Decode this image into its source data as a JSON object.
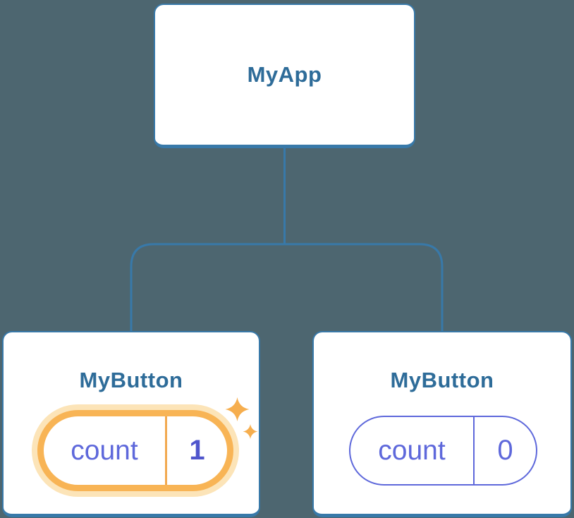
{
  "tree": {
    "root": {
      "label": "MyApp"
    },
    "children": [
      {
        "label": "MyButton",
        "state": {
          "key": "count",
          "value": "1"
        },
        "highlighted": true
      },
      {
        "label": "MyButton",
        "state": {
          "key": "count",
          "value": "0"
        },
        "highlighted": false
      }
    ]
  },
  "icons": {
    "sparkle_big": "sparkle-icon",
    "sparkle_small": "sparkle-icon"
  },
  "colors": {
    "background": "#4D6670",
    "card_fill": "#FFFFFF",
    "card_border": "#3879A9",
    "connector_line": "#3879A9",
    "node_label_text": "#2E6C99",
    "state_accent_purple": "#5E68DB",
    "state_value_bold_purple": "#4F55CC",
    "highlight_ring_orange": "#F8B455",
    "highlight_halo_cream": "#FCE4B8",
    "highlight_divider_orange": "#F2A950",
    "sparkle_orange": "#F6AE4E"
  }
}
